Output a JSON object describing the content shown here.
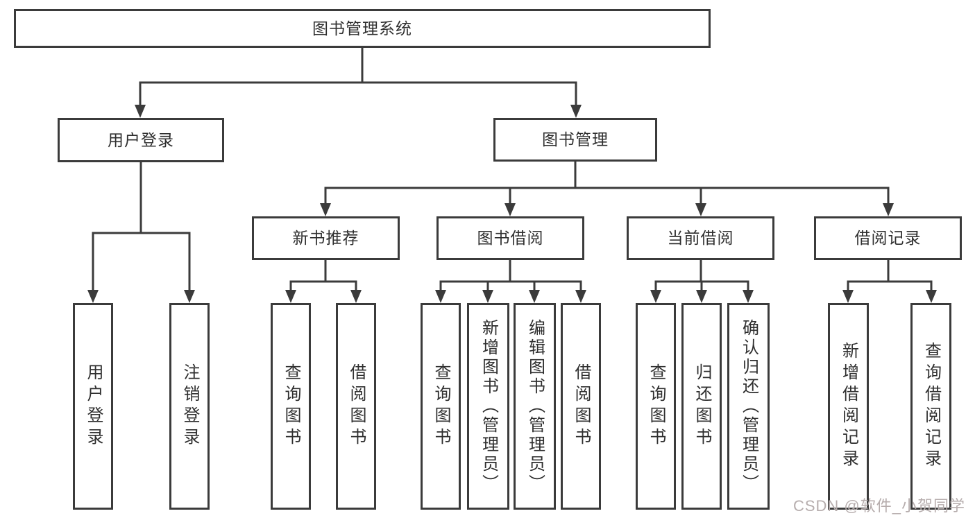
{
  "tree": {
    "root": {
      "label": "图书管理系统"
    },
    "branches": [
      {
        "label": "用户登录",
        "children": [
          {
            "label": "用户登录"
          },
          {
            "label": "注销登录"
          }
        ]
      },
      {
        "label": "图书管理",
        "children": [
          {
            "label": "新书推荐",
            "children": [
              {
                "label": "查询图书"
              },
              {
                "label": "借阅图书"
              }
            ]
          },
          {
            "label": "图书借阅",
            "children": [
              {
                "label": "查询图书"
              },
              {
                "label": "新增图书（管理员）"
              },
              {
                "label": "编辑图书（管理员）"
              },
              {
                "label": "借阅图书"
              }
            ]
          },
          {
            "label": "当前借阅",
            "children": [
              {
                "label": "查询图书"
              },
              {
                "label": "归还图书"
              },
              {
                "label": "确认归还（管理员）"
              }
            ]
          },
          {
            "label": "借阅记录",
            "children": [
              {
                "label": "新增借阅记录"
              },
              {
                "label": "查询借阅记录"
              }
            ]
          }
        ]
      }
    ]
  },
  "watermark": {
    "text": "CSDN @软件_小贺同学",
    "color": "#b6adad"
  },
  "colors": {
    "line": "#3b3b3b",
    "box_border": "#3b3b3b",
    "text": "#2f2f2f",
    "background": "#ffffff"
  }
}
